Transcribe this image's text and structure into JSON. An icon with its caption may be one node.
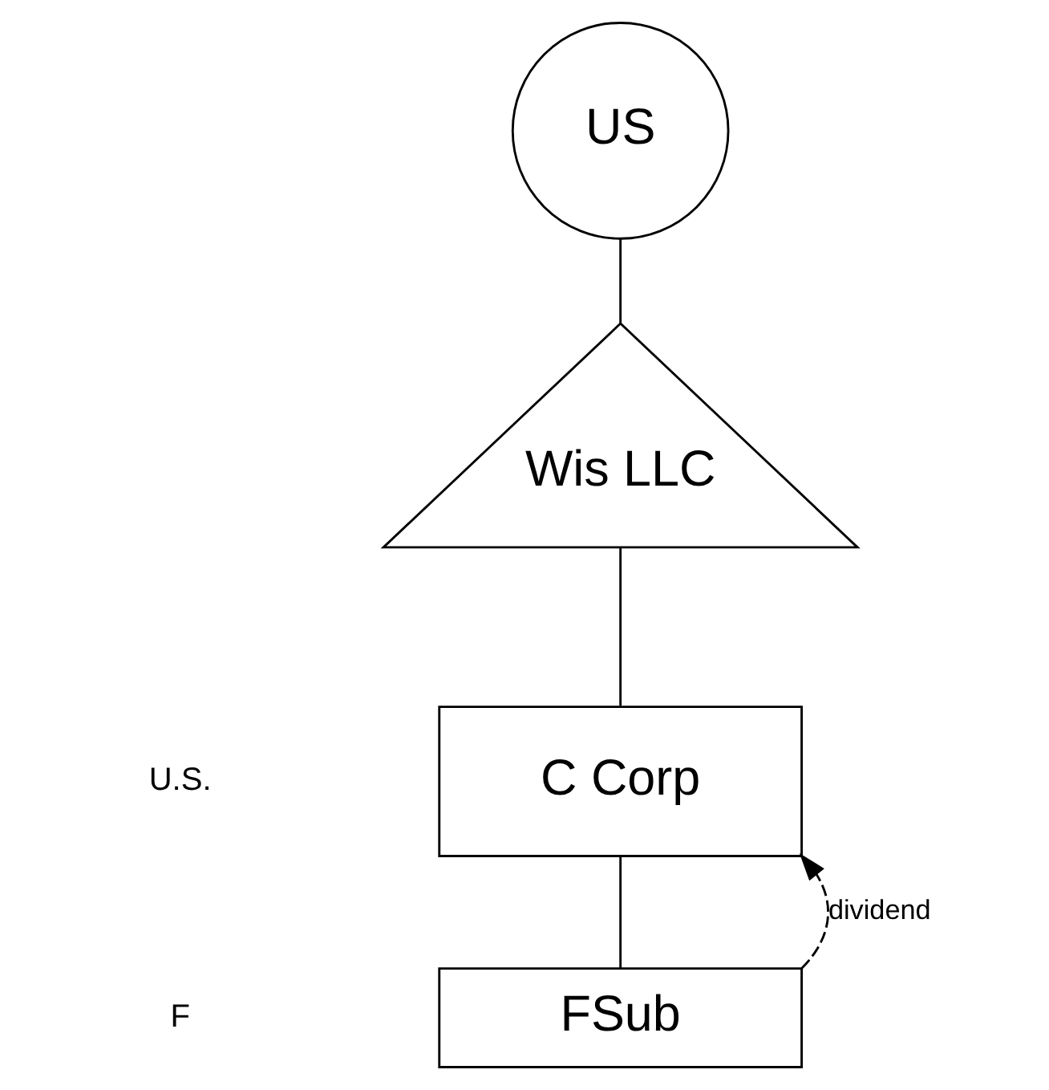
{
  "diagram": {
    "nodes": [
      {
        "text": [
          "US"
        ]
      },
      {
        "text": [
          "Wis LLC"
        ]
      },
      {
        "text": [
          "C Corp"
        ]
      },
      {
        "text": [
          "FSub"
        ]
      }
    ],
    "edges": [
      {
        "from": 0,
        "to": 1,
        "arrow": "none"
      },
      {
        "from": 1,
        "to": 2,
        "arrow": "none"
      },
      {
        "from": 2,
        "to": 3,
        "arrow": "none"
      },
      {
        "from": 3,
        "to": 2,
        "arrow": "to",
        "style": "dashed",
        "label": "dividend"
      }
    ],
    "labels": [
      "U.S.",
      "F"
    ]
  }
}
